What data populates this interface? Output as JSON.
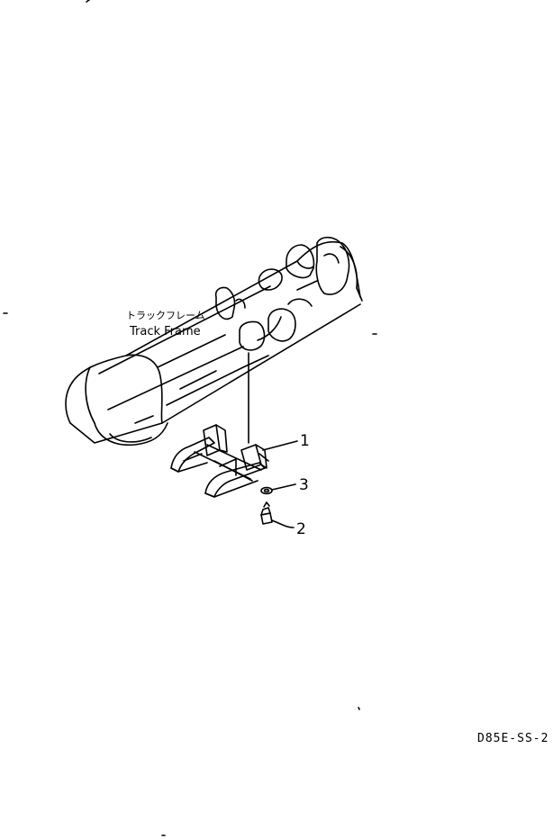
{
  "labels": {
    "track_frame_jp": "トラックフレーム",
    "track_frame_en": "Track Frame"
  },
  "callouts": {
    "part_1": "1",
    "part_2": "2",
    "part_3": "3"
  },
  "drawing_code": "D85E-SS-2"
}
